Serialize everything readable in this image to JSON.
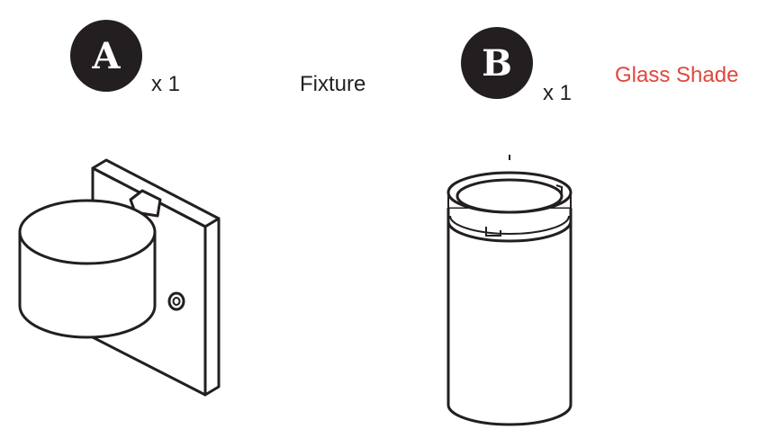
{
  "parts": [
    {
      "id": "A",
      "qty": "x 1",
      "label": "Fixture",
      "label_color": "#231f20"
    },
    {
      "id": "B",
      "qty": "x 1",
      "label": "Glass Shade",
      "label_color": "#e0473c"
    }
  ],
  "colors": {
    "ink": "#231f20",
    "badge_text": "#ffffff"
  }
}
